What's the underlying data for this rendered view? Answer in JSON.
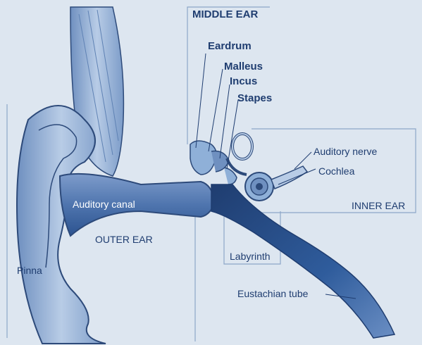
{
  "labels": {
    "middle_ear": "MIDDLE EAR",
    "eardrum": "Eardrum",
    "malleus": "Malleus",
    "incus": "Incus",
    "stapes": "Stapes",
    "auditory_nerve": "Auditory nerve",
    "cochlea": "Cochlea",
    "inner_ear": "INNER EAR",
    "auditory_canal": "Auditory canal",
    "outer_ear": "OUTER EAR",
    "labyrinth": "Labyrinth",
    "pinna": "Pinna",
    "eustachian_tube": "Eustachian tube"
  },
  "colors": {
    "background": "#dde6f0",
    "tissue": "#9fb8d8",
    "tissue_dark": "#5f82b4",
    "outline": "#2d4a7a",
    "canal": "#2f5c9c",
    "tube": "#1f3d70",
    "text": "#1f3d70",
    "frame": "#8da6c8"
  }
}
